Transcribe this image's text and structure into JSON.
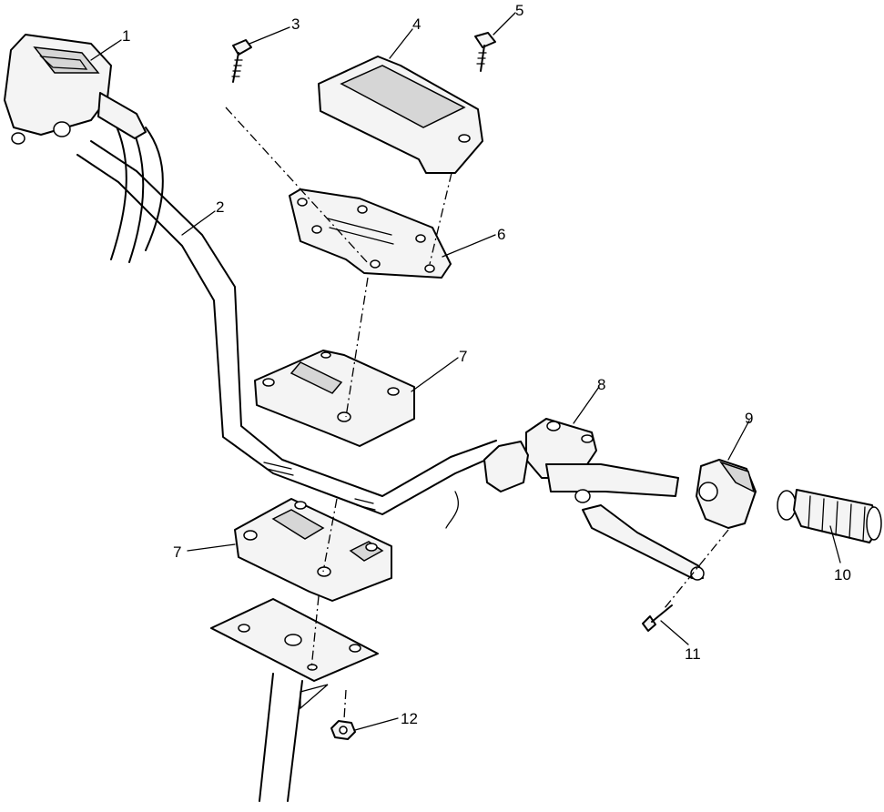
{
  "callouts": [
    {
      "id": "1",
      "label": "1"
    },
    {
      "id": "2",
      "label": "2"
    },
    {
      "id": "3",
      "label": "3"
    },
    {
      "id": "4",
      "label": "4"
    },
    {
      "id": "5",
      "label": "5"
    },
    {
      "id": "6",
      "label": "6"
    },
    {
      "id": "7a",
      "label": "7"
    },
    {
      "id": "7b",
      "label": "7"
    },
    {
      "id": "8",
      "label": "8"
    },
    {
      "id": "9",
      "label": "9"
    },
    {
      "id": "10",
      "label": "10"
    },
    {
      "id": "11",
      "label": "11"
    },
    {
      "id": "12",
      "label": "12"
    }
  ]
}
